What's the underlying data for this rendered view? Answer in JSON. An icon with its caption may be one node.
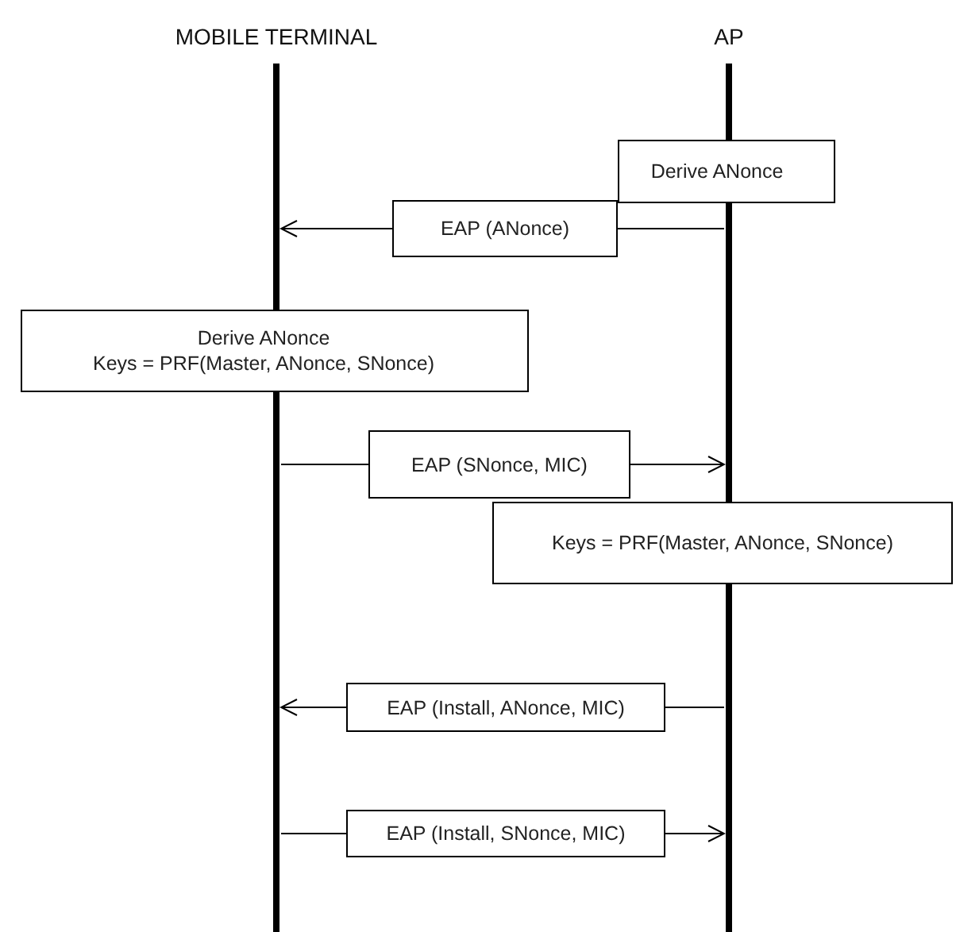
{
  "diagram": {
    "nodes": [
      {
        "text": [
          "MOBILE TERMINAL"
        ]
      },
      {
        "text": [
          "AP"
        ]
      },
      {
        "text": [
          "Derive ANonce"
        ]
      },
      {
        "text": [
          "EAP (ANonce)"
        ]
      },
      {
        "text": [
          "Derive ANonce",
          "Keys = PRF(Master, ANonce, SNonce)"
        ]
      },
      {
        "text": [
          "EAP (SNonce, MIC)"
        ]
      },
      {
        "text": [
          "Keys = PRF(Master, ANonce, SNonce)"
        ]
      },
      {
        "text": [
          "EAP (Install, ANonce, MIC)"
        ]
      },
      {
        "text": [
          "EAP (Install, SNonce, MIC)"
        ]
      }
    ],
    "edges": [
      {
        "from": 1,
        "to": 3,
        "arrow": "none"
      },
      {
        "from": 3,
        "to": 0,
        "arrow": "to"
      },
      {
        "from": 0,
        "to": 5,
        "arrow": "none"
      },
      {
        "from": 5,
        "to": 1,
        "arrow": "to"
      },
      {
        "from": 1,
        "to": 7,
        "arrow": "none"
      },
      {
        "from": 7,
        "to": 0,
        "arrow": "to"
      },
      {
        "from": 0,
        "to": 8,
        "arrow": "none"
      },
      {
        "from": 8,
        "to": 1,
        "arrow": "to"
      }
    ]
  }
}
